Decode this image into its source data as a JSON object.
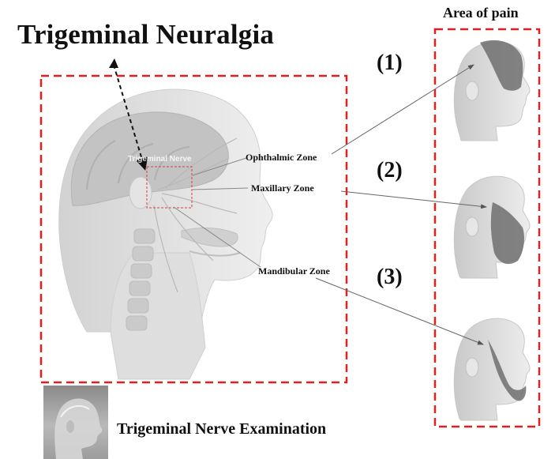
{
  "title": "Trigeminal Neuralgia",
  "pain_panel": {
    "title": "Area of pain"
  },
  "markers": [
    "(1)",
    "(2)",
    "(3)"
  ],
  "zones": {
    "ophthalmic": "Ophthalmic Zone",
    "maxillary": "Maxillary Zone",
    "mandibular": "Mandibular Zone"
  },
  "nerve_label": "Trigeminal Nerve",
  "exam_label": "Trigeminal Nerve Examination",
  "colors": {
    "dashed_box": "#e02020",
    "pain_shading": "#6f6f6f",
    "head": "#d9d9d9"
  }
}
